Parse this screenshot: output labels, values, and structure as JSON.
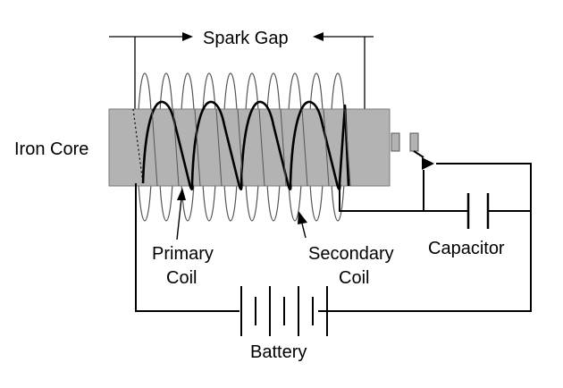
{
  "diagram": {
    "labels": {
      "spark_gap": "Spark Gap",
      "iron_core": "Iron Core",
      "primary_line1": "Primary",
      "primary_line2": "Coil",
      "secondary_line1": "Secondary",
      "secondary_line2": "Coil",
      "capacitor": "Capacitor",
      "battery": "Battery"
    },
    "components": {
      "secondary_coil_turns": 10,
      "primary_coil_turns": 4,
      "battery_cells": 3
    },
    "colors": {
      "iron_core_fill": "#b3b3b3",
      "line": "#000000",
      "secondary_wire": "#555555",
      "background": "#ffffff"
    }
  }
}
